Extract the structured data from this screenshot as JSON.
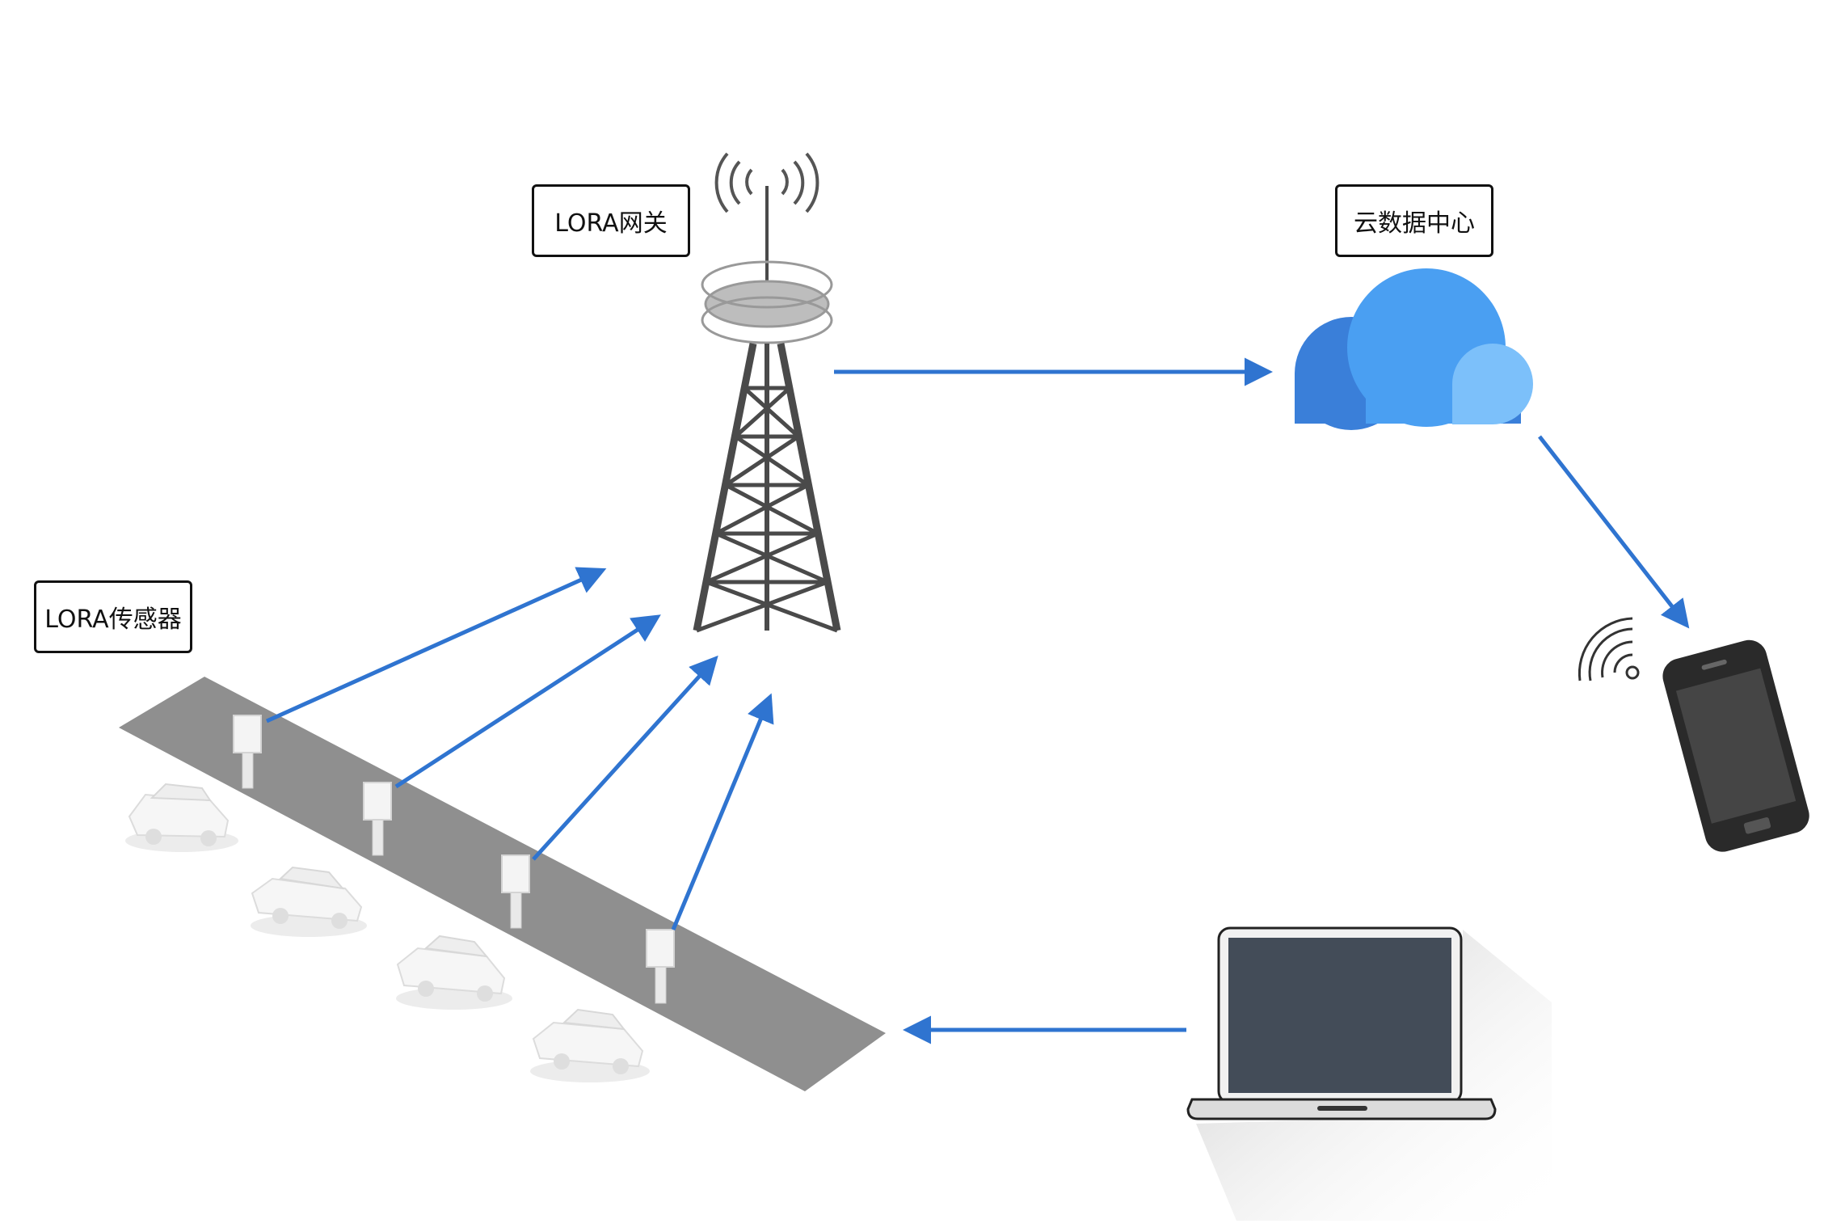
{
  "labels": {
    "gateway": "LORA网关",
    "cloud": "云数据中心",
    "sensor": "LORA传感器"
  },
  "colors": {
    "arrow": "#2f74d0",
    "road": "#8f8f8f",
    "tower": "#4a4a4a",
    "cloud_dark": "#3a7fd9",
    "cloud_mid": "#4a9ff2",
    "cloud_light": "#7cc0fa",
    "phone": "#2a2a2a",
    "laptop_screen": "#434c58"
  }
}
